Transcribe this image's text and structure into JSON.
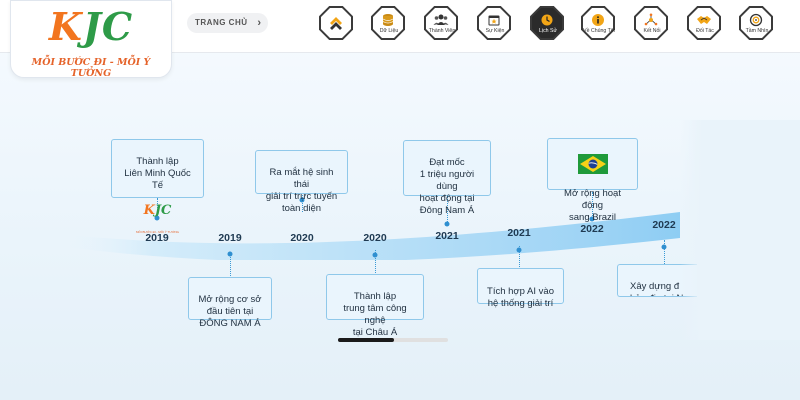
{
  "logo": {
    "k": "K",
    "j": "J",
    "c": "C",
    "slogan": "MỖI BƯỚC ĐI - MỖI Ý TƯỞNG"
  },
  "breadcrumb": {
    "label": "TRANG CHỦ"
  },
  "nav": [
    {
      "label": "",
      "icon": "chevrons-up-icon"
    },
    {
      "label": "Dữ Liệu",
      "icon": "database-icon"
    },
    {
      "label": "Thành Viên",
      "icon": "members-icon"
    },
    {
      "label": "Sự Kiện",
      "icon": "calendar-star-icon"
    },
    {
      "label": "Lịch Sử",
      "icon": "clock-icon",
      "active": true
    },
    {
      "label": "Về Chúng Tôi",
      "icon": "info-icon"
    },
    {
      "label": "Kết Nối",
      "icon": "network-icon"
    },
    {
      "label": "Đối Tác",
      "icon": "handshake-icon"
    },
    {
      "label": "Tầm Nhìn",
      "icon": "target-icon"
    }
  ],
  "timeline": {
    "years": [
      "2019",
      "2019",
      "2020",
      "2020",
      "2021",
      "2021",
      "2022",
      "2022"
    ],
    "cards": [
      {
        "text": "Thành lập\nLiên Minh Quốc Tế",
        "logo_k": "K",
        "logo_jc": "JC",
        "logo_slogan": "MỖI BƯỚC ĐI - MỖI Ý TƯỞNG"
      },
      {
        "text": "Mở rộng cơ sở\nđầu tiên tại\nĐÔNG NAM Á"
      },
      {
        "text": "Ra mắt hệ sinh thái\ngiải trí trực tuyến\ntoàn diện"
      },
      {
        "text": "Thành lập\ntrung tâm công nghệ\ntại Châu Á"
      },
      {
        "text": "Đạt mốc\n1 triệu người dùng\nhoạt động tại\nĐông Nam Á"
      },
      {
        "text": "Tích hợp AI vào\nhệ thống giải trí"
      },
      {
        "text": "Mở rộng hoạt động\nsang Brazil",
        "flag": "brazil-flag-icon"
      },
      {
        "text": "Xây dựng đ\nbản địa tại Na"
      }
    ]
  },
  "colors": {
    "accent_orange": "#f2751f",
    "accent_green": "#2e9b48",
    "timeline_blue": "#2f8fd0"
  }
}
